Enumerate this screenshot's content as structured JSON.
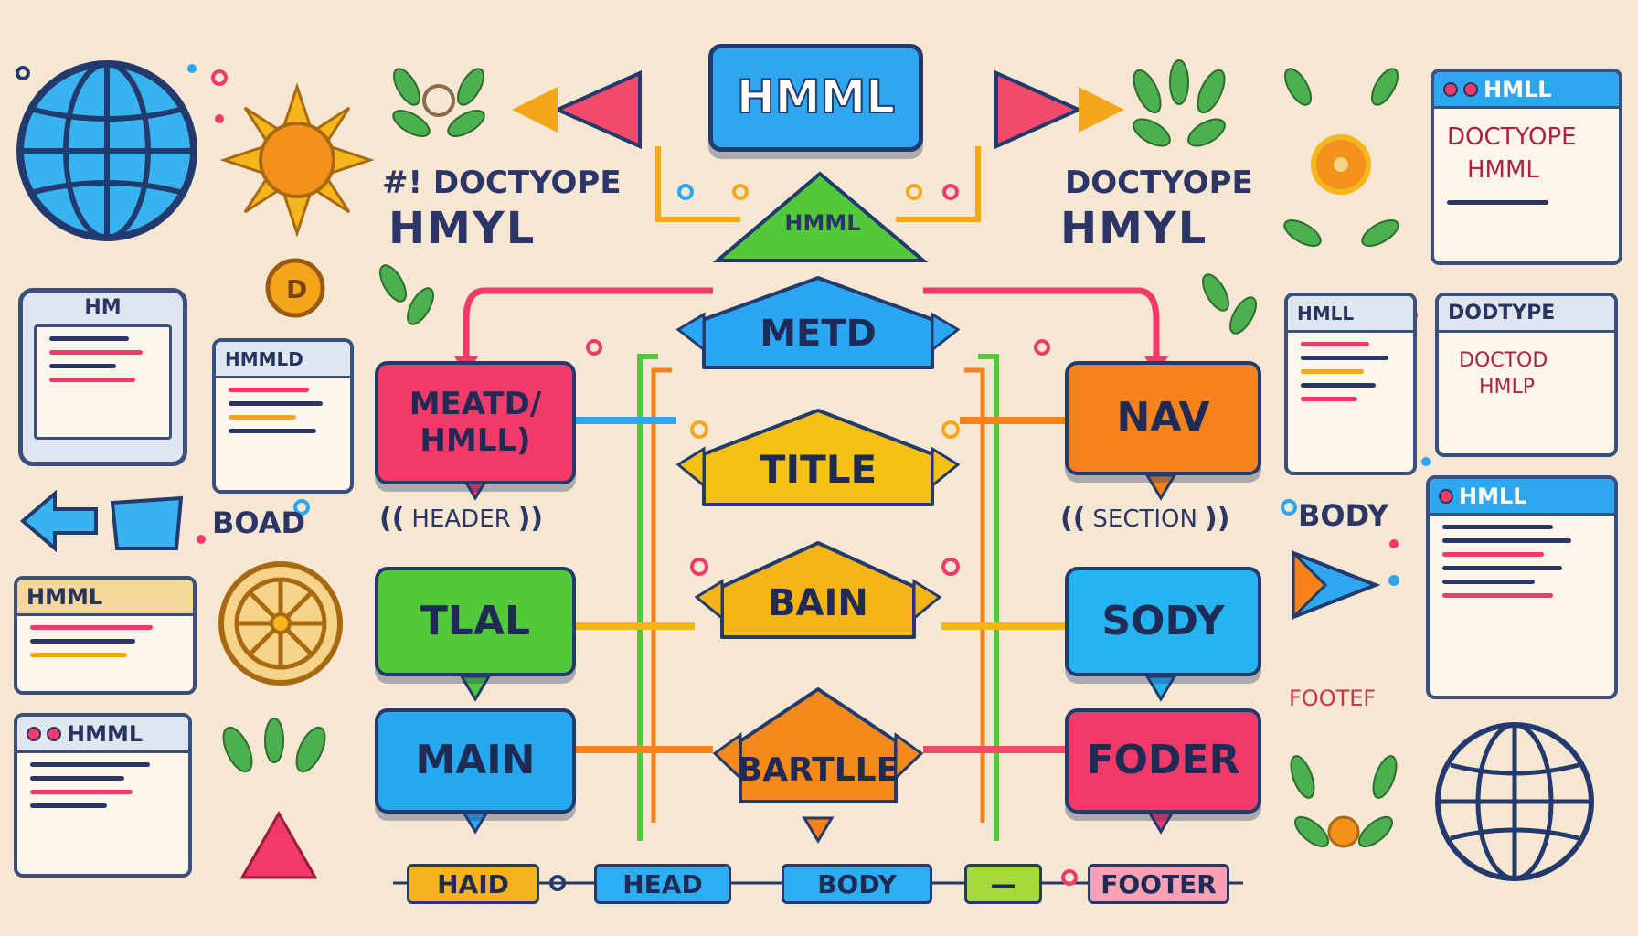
{
  "diagram": {
    "top_title": "HMML",
    "hub_label": "HMML",
    "left_header": {
      "line1": "#! DOCTYOPE",
      "line2": "HMYL"
    },
    "right_header": {
      "line1": "DOCTYOPE",
      "line2": "HMYL"
    },
    "center_chain": [
      {
        "label": "METD",
        "color": "#2aa6f2"
      },
      {
        "label": "TITLE",
        "color": "#f5c116"
      },
      {
        "label": "BAIN",
        "color": "#f5b516"
      },
      {
        "label": "BARTLLE",
        "color": "#f58a1c"
      }
    ],
    "left_nodes": [
      {
        "label": "MEATD/ HMLL)",
        "color": "#f23a6a"
      },
      {
        "label": "TLAL",
        "color": "#52c83b"
      },
      {
        "label": "MAIN",
        "color": "#27a8ef"
      }
    ],
    "right_nodes": [
      {
        "label": "NAV",
        "color": "#f5821c"
      },
      {
        "label": "SODY",
        "color": "#26b4f0"
      },
      {
        "label": "FODER",
        "color": "#f23a6a"
      }
    ],
    "left_caption": "HEADER",
    "right_caption": "SECTION",
    "side_labels": {
      "boad": "BOAD",
      "body": "BODY",
      "footer_red": "FOOTEF"
    },
    "bottom_tags": [
      {
        "label": "HAID",
        "color": "#f5b21c"
      },
      {
        "label": "HEAD",
        "color": "#2eaef2"
      },
      {
        "label": "BODY",
        "color": "#2eaef2"
      },
      {
        "label": "—",
        "color": "#a6d93a"
      },
      {
        "label": "FOOTER",
        "color": "#f7a0b6"
      }
    ]
  },
  "windows": {
    "w_tablet": {
      "title": "HM"
    },
    "w_small": {
      "title": "HMMLD"
    },
    "w_left_mid": {
      "title": "HMML"
    },
    "w_left_bottom": {
      "title": "HMML"
    },
    "w_top_right": {
      "title": "HMLL",
      "line1": "DOCTYOPE",
      "line2": "HMML"
    },
    "w_right_mid_a": {
      "title": "HMLL"
    },
    "w_right_mid_b": {
      "title": "DODTYPE",
      "line1": "DOCTOD",
      "line2": "HMLP"
    },
    "w_right_bottom": {
      "title": "HMLL"
    }
  },
  "icons": {
    "globe_left": "globe-icon",
    "sun": "sun-icon",
    "coin": "coin-icon",
    "wheel": "wheel-icon",
    "triangle": "warning-triangle-icon",
    "play": "play-icon",
    "globe_right": "globe-icon",
    "laurel": "laurel-icon"
  },
  "colors": {
    "background": "#f6e7d2",
    "outline": "#233a6e",
    "pink": "#f23a6a",
    "green": "#52c83b",
    "blue": "#27a8ef",
    "yellow": "#f5c116",
    "orange": "#f58a1c"
  }
}
